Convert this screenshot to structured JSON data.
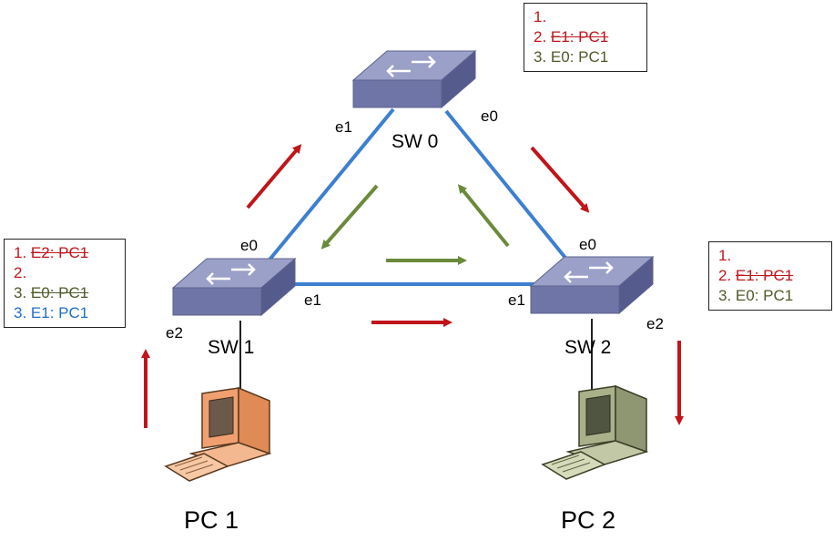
{
  "switches": {
    "sw0": {
      "label": "SW 0",
      "port_left": "e1",
      "port_right": "e0"
    },
    "sw1": {
      "label": "SW 1",
      "port_top": "e0",
      "port_right": "e1",
      "port_bottom": "e2"
    },
    "sw2": {
      "label": "SW 2",
      "port_top": "e0",
      "port_left": "e1",
      "port_bottom": "e2"
    }
  },
  "pcs": {
    "pc1": "PC 1",
    "pc2": "PC 2"
  },
  "tables": {
    "sw0": [
      {
        "num": "1.",
        "text": "",
        "color": "red",
        "strike": false
      },
      {
        "num": "2.",
        "text": "E1: PC1",
        "color": "red",
        "strike": true
      },
      {
        "num": "3.",
        "text": "E0: PC1",
        "color": "olive",
        "strike": false
      }
    ],
    "sw1": [
      {
        "num": "1.",
        "text": "E2: PC1",
        "color": "red",
        "strike": true
      },
      {
        "num": "2.",
        "text": "",
        "color": "red",
        "strike": false
      },
      {
        "num": "3.",
        "text": "E0: PC1",
        "color": "olive",
        "strike": true
      },
      {
        "num": "3.",
        "text": "E1: PC1",
        "color": "blue",
        "strike": false
      }
    ],
    "sw2": [
      {
        "num": "1.",
        "text": "",
        "color": "red",
        "strike": false
      },
      {
        "num": "2.",
        "text": "E1: PC1",
        "color": "red",
        "strike": true
      },
      {
        "num": "3.",
        "text": "E0: PC1",
        "color": "olive",
        "strike": false
      }
    ]
  },
  "colors": {
    "link": "#3d7fd0",
    "arrow_red": "#c0151b",
    "arrow_green": "#6b8a3a",
    "switch_face": "#7f86b6"
  }
}
